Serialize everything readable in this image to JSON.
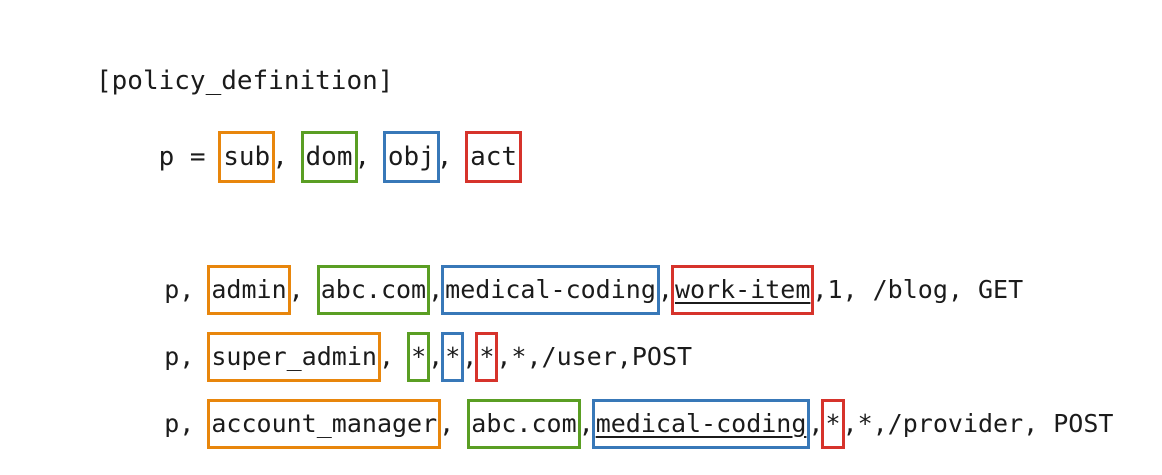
{
  "diagram": {
    "title_line": "[policy_definition]",
    "definition": {
      "prefix": "p = ",
      "tokens": [
        {
          "text": "sub",
          "color_role": "sub",
          "color": "#e8860c",
          "boxed": true
        },
        {
          "text": "dom",
          "color_role": "dom",
          "color": "#5a9e23",
          "boxed": true
        },
        {
          "text": "obj",
          "color_role": "obj",
          "color": "#3878b8",
          "boxed": true
        },
        {
          "text": "act",
          "color_role": "act",
          "color": "#d6332b",
          "boxed": true
        }
      ],
      "separators": [
        ", ",
        ", ",
        ", "
      ]
    },
    "legend_colors": {
      "sub": "#e8860c",
      "dom": "#5a9e23",
      "obj": "#3878b8",
      "act": "#d6332b",
      "text": "#1b1b1b",
      "background": "#ffffff"
    },
    "policy_rows": [
      {
        "prefix": "p, ",
        "sub": "admin",
        "sep1": ", ",
        "dom": "abc.com",
        "sep2": ",",
        "obj": "medical-coding",
        "sep3": ",",
        "act": "work-item",
        "act_underlined": true,
        "obj_underlined": false,
        "suffix": ",1, /blog, GET"
      },
      {
        "prefix": "p, ",
        "sub": "super_admin",
        "sep1": ", ",
        "dom": "*",
        "sep2": ",",
        "obj": "*",
        "sep3": ",",
        "act": "*",
        "act_underlined": false,
        "obj_underlined": false,
        "suffix": ",*,/user,POST"
      },
      {
        "prefix": "p, ",
        "sub": "account_manager",
        "sep1": ", ",
        "dom": "abc.com",
        "sep2": ",",
        "obj": "medical-coding",
        "sep3": ",",
        "act": "*",
        "act_underlined": false,
        "obj_underlined": true,
        "suffix": ",*,/provider, POST"
      }
    ]
  }
}
